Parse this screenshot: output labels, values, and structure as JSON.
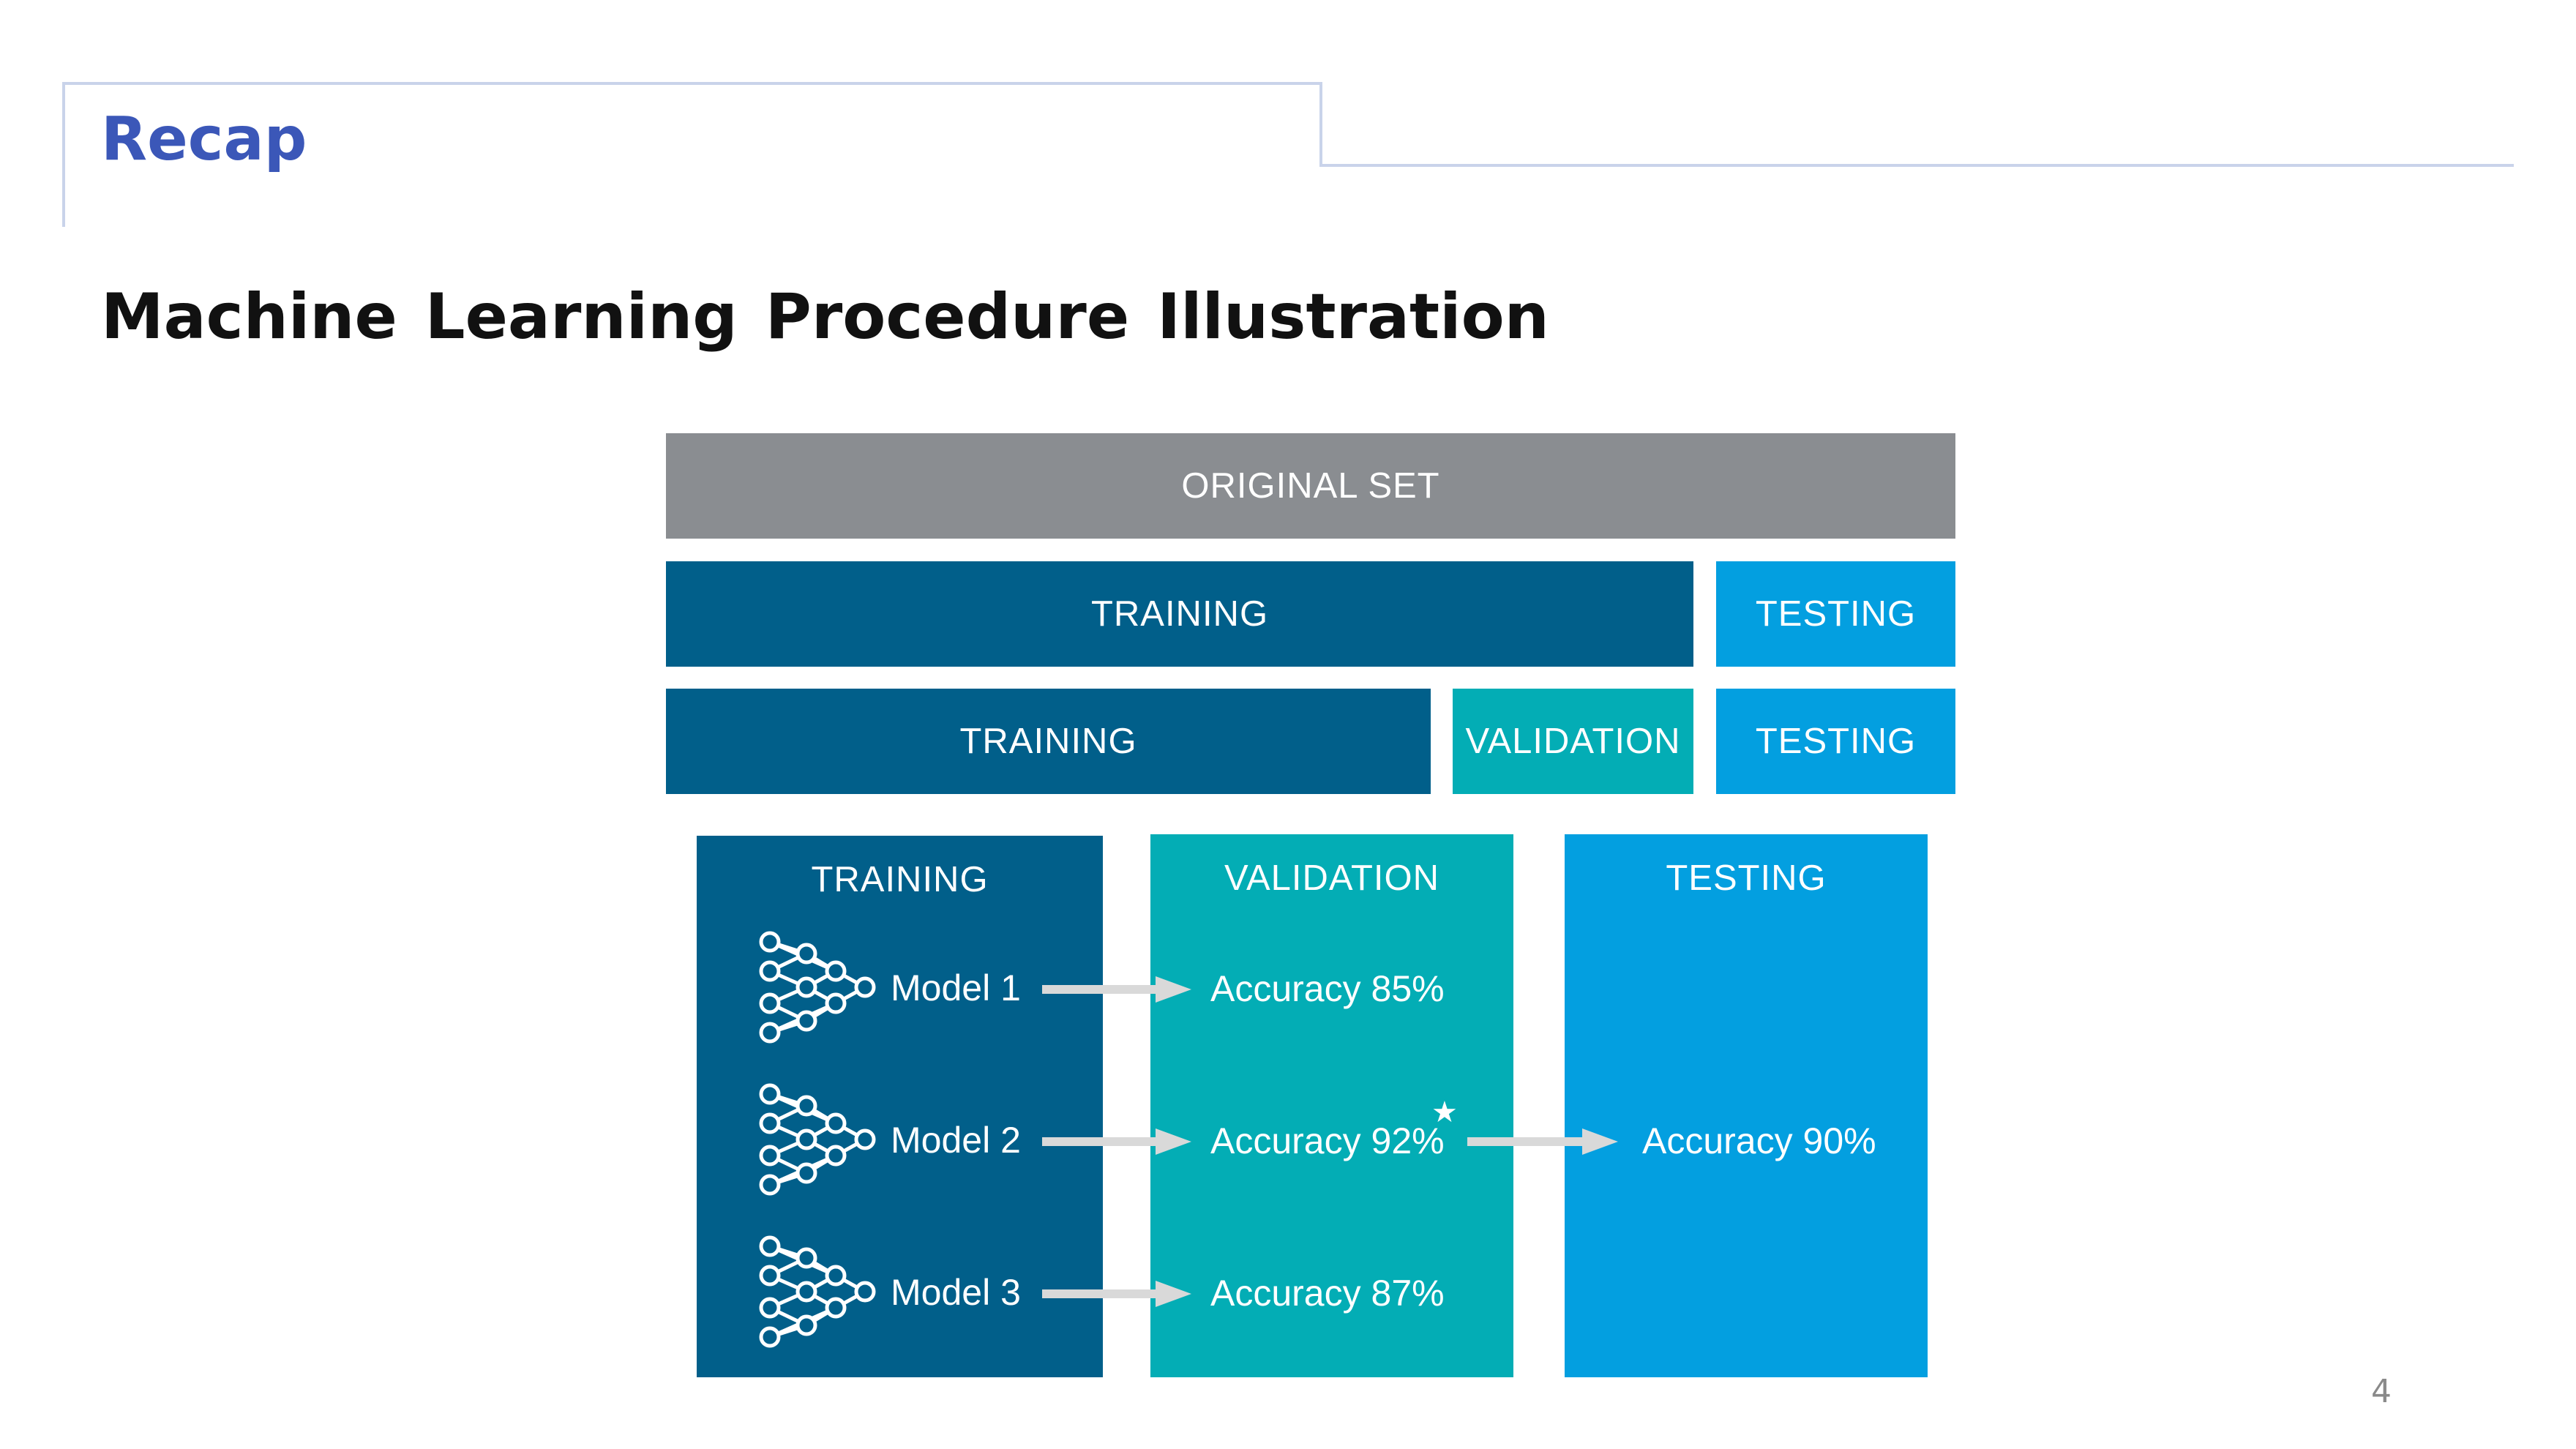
{
  "header": {
    "section": "Recap"
  },
  "slide": {
    "title": "Machine Learning Procedure Illustration",
    "page_number": "4"
  },
  "diagram": {
    "row1": {
      "original": "ORIGINAL SET"
    },
    "row2": {
      "training": "TRAINING",
      "testing": "TESTING"
    },
    "row3": {
      "training": "TRAINING",
      "validation": "VALIDATION",
      "testing": "TESTING"
    },
    "panels": {
      "training": {
        "title": "TRAINING",
        "models": [
          "Model 1",
          "Model 2",
          "Model 3"
        ]
      },
      "validation": {
        "title": "VALIDATION",
        "accuracies": [
          "Accuracy 85%",
          "Accuracy 92%",
          "Accuracy 87%"
        ],
        "best_marker": "★"
      },
      "testing": {
        "title": "TESTING",
        "accuracy": "Accuracy 90%"
      }
    },
    "colors": {
      "gray": "#8a8d91",
      "dark_blue": "#015f8a",
      "teal": "#03adb5",
      "light_blue": "#039fe0",
      "arrow": "#d9d9d9"
    }
  }
}
